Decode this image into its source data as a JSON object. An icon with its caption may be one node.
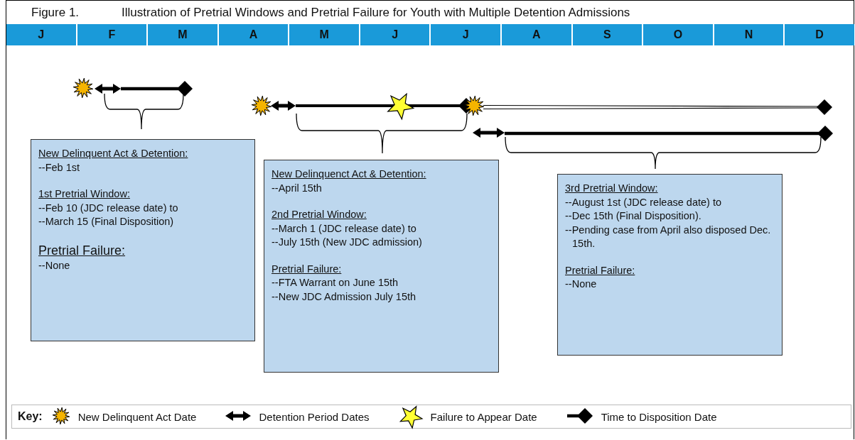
{
  "diagram": {
    "title": "Illustration of Pretrial Windows and Pretrial Failure for Youth with Multiple Detention Admissions",
    "nodes": [
      {
        "text": [
          "New Delinquent Act & Detention:",
          "--Feb 1st",
          "1st Pretrial Window:",
          "--Feb 10 (JDC release date) to",
          "--March 15 (Final Disposition)",
          "Pretrial Failure:",
          "--None"
        ]
      },
      {
        "text": [
          "New Delinquenct Act & Detention:",
          "--April 15th",
          "2nd Pretrial Window:",
          "--March 1 (JDC release date) to",
          "--July 15th (New JDC admission)",
          "Pretrial Failure:",
          "--FTA Warrant on June 15th",
          "--New JDC Admission July 15th"
        ]
      },
      {
        "text": [
          "3rd Pretrial Window:",
          "--August 1st (JDC release date) to",
          "--Dec 15th (Final Disposition).",
          "--Pending case from April also disposed Dec. 15th.",
          "Pretrial Failure:",
          "--None"
        ]
      }
    ],
    "labels": [
      "Figure 1.",
      "J",
      "F",
      "M",
      "A",
      "M",
      "J",
      "J",
      "A",
      "S",
      "O",
      "N",
      "D",
      "Key:"
    ],
    "legend": [
      {
        "text": "New Delinquent Act Date"
      },
      {
        "text": "Detention Period Dates"
      },
      {
        "text": "Failure to Appear Date"
      },
      {
        "text": "Time to Disposition Date"
      }
    ]
  }
}
